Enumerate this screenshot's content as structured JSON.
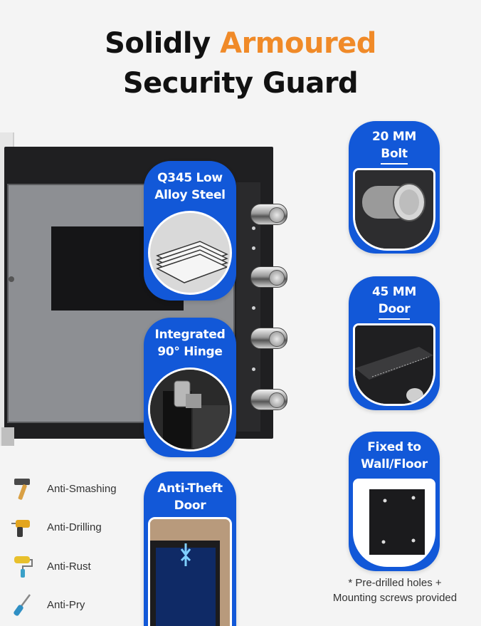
{
  "headline": {
    "line1_plain": "Solidly ",
    "line1_accent": "Armoured",
    "line2": "Security Guard"
  },
  "colors": {
    "accent": "#f08a28",
    "pill_blue": "#1258d8",
    "text_dark": "#111111"
  },
  "callouts": {
    "steel": {
      "line1": "Q345 Low",
      "line2": "Alloy Steel"
    },
    "hinge": {
      "line1": "Integrated",
      "line2": "90° Hinge"
    },
    "theft": {
      "line1": "Anti-Theft",
      "line2": "Door"
    },
    "bolt": {
      "line1": "20 MM",
      "line2": "Bolt"
    },
    "door": {
      "line1": "45 MM",
      "line2": "Door"
    },
    "fixed": {
      "line1": "Fixed to",
      "line2": "Wall/Floor"
    }
  },
  "features": [
    {
      "label": "Anti-Smashing",
      "icon": "hammer-icon"
    },
    {
      "label": "Anti-Drilling",
      "icon": "drill-icon"
    },
    {
      "label": "Anti-Rust",
      "icon": "paint-roller-icon"
    },
    {
      "label": "Anti-Pry",
      "icon": "screwdriver-icon"
    }
  ],
  "footnote": {
    "line1": "* Pre-drilled holes +",
    "line2": "Mounting screws provided"
  }
}
